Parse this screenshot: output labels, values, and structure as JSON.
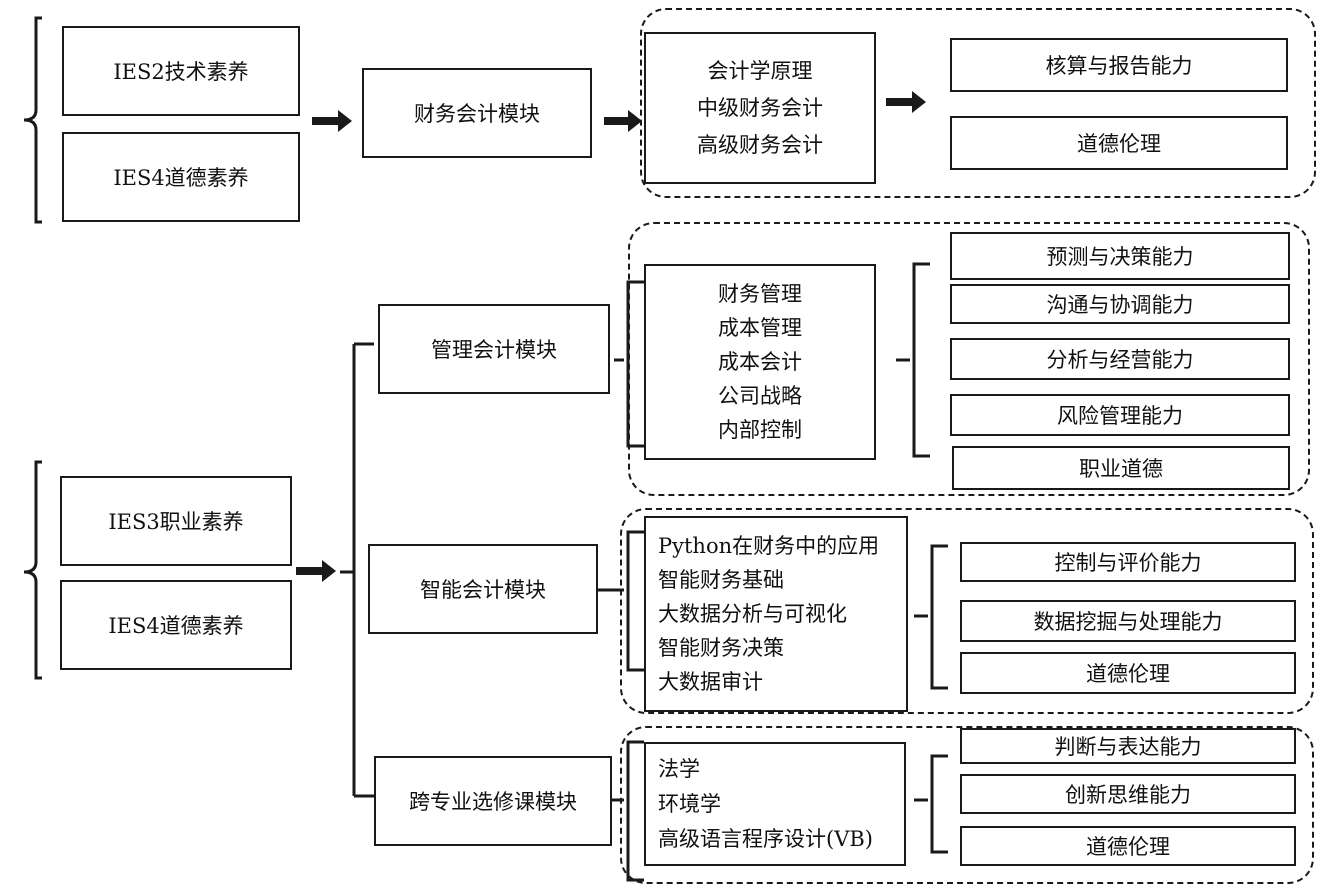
{
  "top": {
    "sources": [
      "IES2技术素养",
      "IES4道德素养"
    ],
    "module": "财务会计模块",
    "courses": [
      "会计学原理",
      "中级财务会计",
      "高级财务会计"
    ],
    "abilities": [
      "核算与报告能力",
      "道德伦理"
    ]
  },
  "bottom": {
    "sources": [
      "IES3职业素养",
      "IES4道德素养"
    ],
    "modules": [
      {
        "name": "管理会计模块",
        "courses": [
          "财务管理",
          "成本管理",
          "成本会计",
          "公司战略",
          "内部控制"
        ],
        "abilities": [
          "预测与决策能力",
          "沟通与协调能力",
          "分析与经营能力",
          "风险管理能力",
          "职业道德"
        ]
      },
      {
        "name": "智能会计模块",
        "courses": [
          "Python在财务中的应用",
          "智能财务基础",
          "大数据分析与可视化",
          "智能财务决策",
          "大数据审计"
        ],
        "abilities": [
          "控制与评价能力",
          "数据挖掘与处理能力",
          "道德伦理"
        ]
      },
      {
        "name": "跨专业选修课模块",
        "courses": [
          "法学",
          "环境学",
          "高级语言程序设计(VB)"
        ],
        "abilities": [
          "判断与表达能力",
          "创新思维能力",
          "道德伦理"
        ]
      }
    ]
  }
}
